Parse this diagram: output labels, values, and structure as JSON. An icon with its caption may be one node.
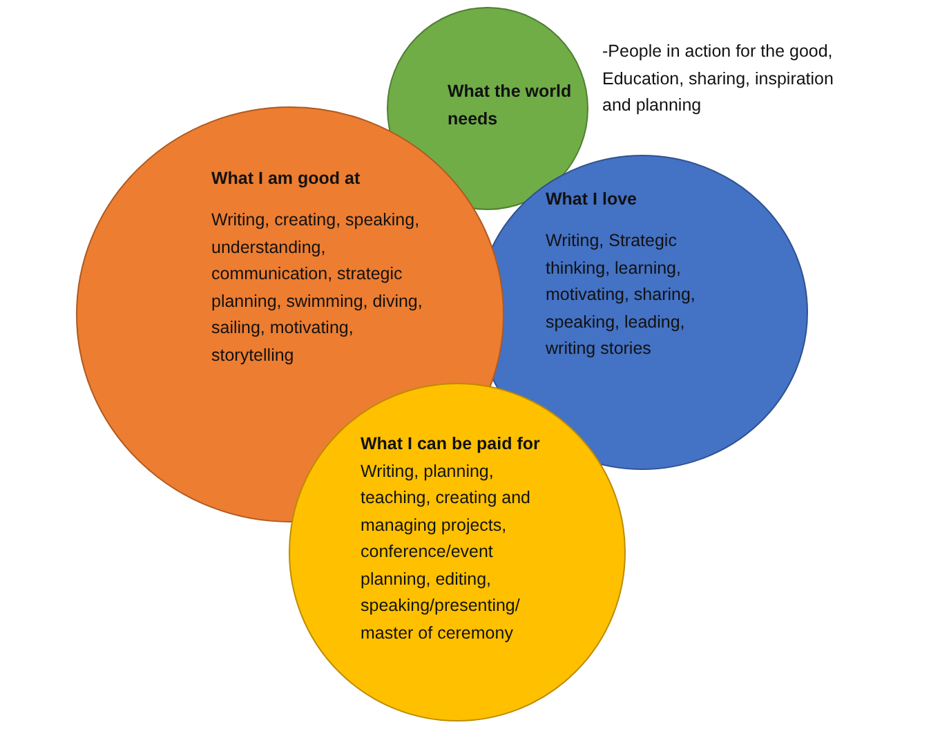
{
  "diagram": {
    "nodes": [
      {
        "text": [
          "What the world needs"
        ],
        "beside": [
          "-People in action for the good, Education,  sharing, inspiration and planning"
        ]
      },
      {
        "text": [
          "What I love",
          "Writing, Strategic thinking, learning, motivating, sharing, speaking, leading, writing stories"
        ]
      },
      {
        "text": [
          "What I am good at",
          "Writing, creating, speaking, understanding, communication, strategic planning, swimming, diving, sailing, motivating, storytelling"
        ]
      },
      {
        "text": [
          "What I can be paid for",
          "Writing, planning, teaching, creating and managing projects, conference/event planning, editing, speaking/presenting/ master of ceremony"
        ]
      }
    ]
  }
}
